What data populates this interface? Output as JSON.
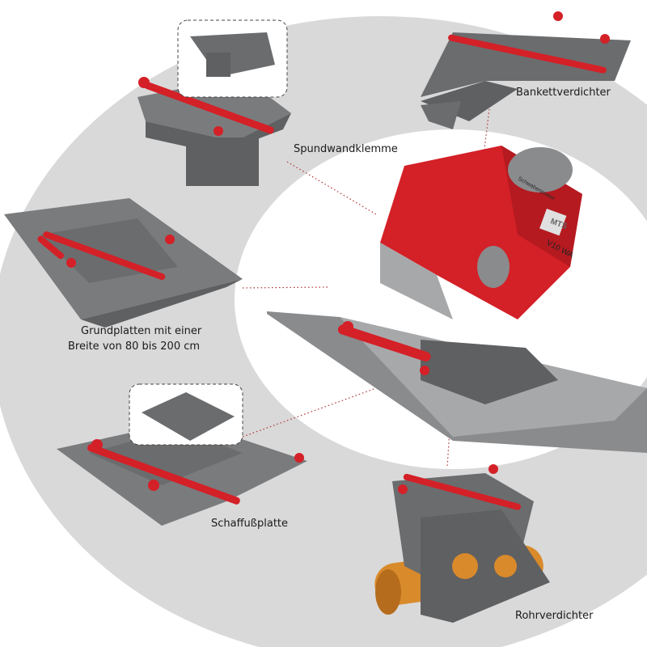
{
  "labels": {
    "bankett": "Bankettverdichter",
    "spundwand": "Spundwandklemme",
    "grundplatten_line1": "Grundplatten mit einer",
    "grundplatten_line2": "Breite von 80 bis 200 cm",
    "schaffuss": "Schaffußplatte",
    "rohr": "Rohrverdichter"
  },
  "product_branding": {
    "logo": "MTS",
    "brand": "Schwabenpower",
    "model": "V10 WA"
  },
  "colors": {
    "background_ring": "#d9d9d9",
    "steel": "#5f6062",
    "steel_light": "#8a8b8d",
    "red": "#d42027",
    "pipe": "#d98a2b"
  }
}
